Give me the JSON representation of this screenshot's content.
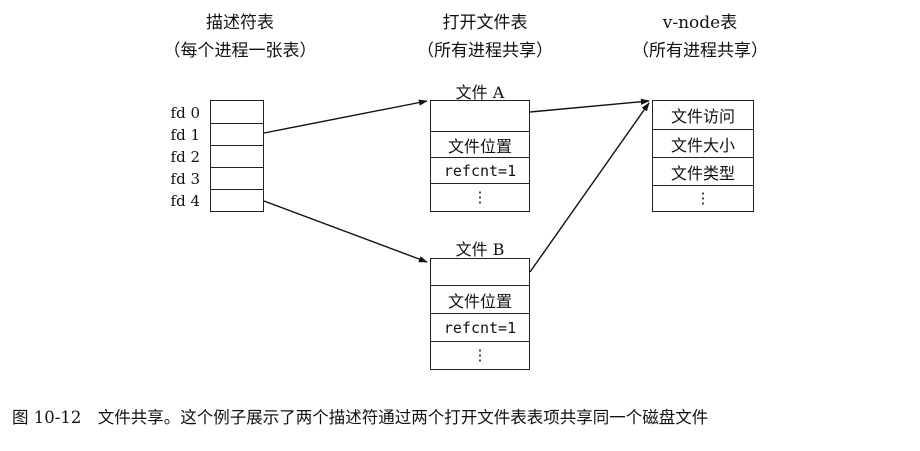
{
  "headings": {
    "descriptor": {
      "title": "描述符表",
      "subtitle": "（每个进程一张表）"
    },
    "open_file": {
      "title": "打开文件表",
      "subtitle": "（所有进程共享）"
    },
    "vnode": {
      "title": "v-node表",
      "subtitle": "（所有进程共享）"
    }
  },
  "fd_labels": [
    "fd 0",
    "fd 1",
    "fd 2",
    "fd 3",
    "fd 4"
  ],
  "file_a": {
    "title": "文件 A",
    "position": "文件位置",
    "refcnt": "refcnt=1",
    "ellipsis": "⋮"
  },
  "file_b": {
    "title": "文件 B",
    "position": "文件位置",
    "refcnt": "refcnt=1",
    "ellipsis": "⋮"
  },
  "vnode_table": {
    "access": "文件访问",
    "size": "文件大小",
    "type": "文件类型",
    "ellipsis": "⋮"
  },
  "caption": "图 10-12　文件共享。这个例子展示了两个描述符通过两个打开文件表表项共享同一个磁盘文件"
}
